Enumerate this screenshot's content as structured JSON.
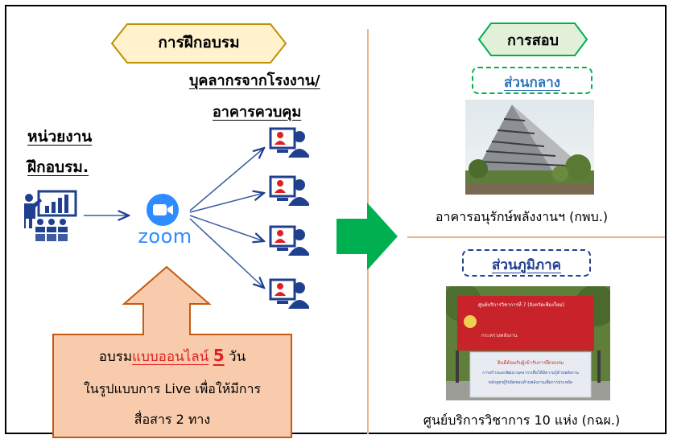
{
  "training": {
    "header": "การฝึกอบรม",
    "staff_line1": "บุคลากรจากโรงงาน/",
    "staff_line2": "อาคารควบคุม",
    "unit_line1": "หน่วยงาน",
    "unit_line2": "ฝึกอบรม.",
    "zoom_text": "zoom",
    "note_prefix": "อบรม",
    "note_online": "แบบออนไลน์",
    "note_days": "5",
    "note_suffix": "วัน",
    "note_line2": "ในรูปแบบการ Live เพื่อให้มีการ",
    "note_line3": "สื่อสาร 2 ทาง"
  },
  "exam": {
    "header": "การสอบ",
    "central": "ส่วนกลาง",
    "central_caption": "อาคารอนุรักษ์พลังงานฯ (กพบ.)",
    "regional": "ส่วนภูมิภาค",
    "regional_caption": "ศูนย์บริการวิชาการ 10 แห่ง (กฉผ.)",
    "sign_title": "ศูนย์บริการวิชาการที่ 7 (จังหวัดเชียงใหม่)",
    "sign_sub": "กระทรวงพลังงาน",
    "banner_line1": "ยินดีต้อนรับผู้เข้ารับการฝึกอบรม",
    "banner_line2": "การสร้างและพัฒนาบุคลากรเพื่อให้มีความรู้ด้านพลังงาน",
    "banner_line3": "หลักสูตรผู้รับผิดชอบด้านพลังงานเพื่อการประหยัด"
  },
  "colors": {
    "hex_yellow_fill": "#fff2cc",
    "hex_yellow_border": "#bf9000",
    "hex_green_fill": "#e2f0d9",
    "hex_green_border": "#00b050",
    "divider": "#f4b183",
    "arrow_green": "#00b050",
    "note_fill": "#f8cbad",
    "note_border": "#c55a11",
    "icon_blue": "#1f3f8f",
    "icon_red": "#e02020",
    "zoom_blue": "#2d8cff"
  },
  "icons": {
    "trainer": "presentation-trainer-icon",
    "zoom": "zoom-camera-icon",
    "trainee": "person-at-monitor-icon"
  }
}
